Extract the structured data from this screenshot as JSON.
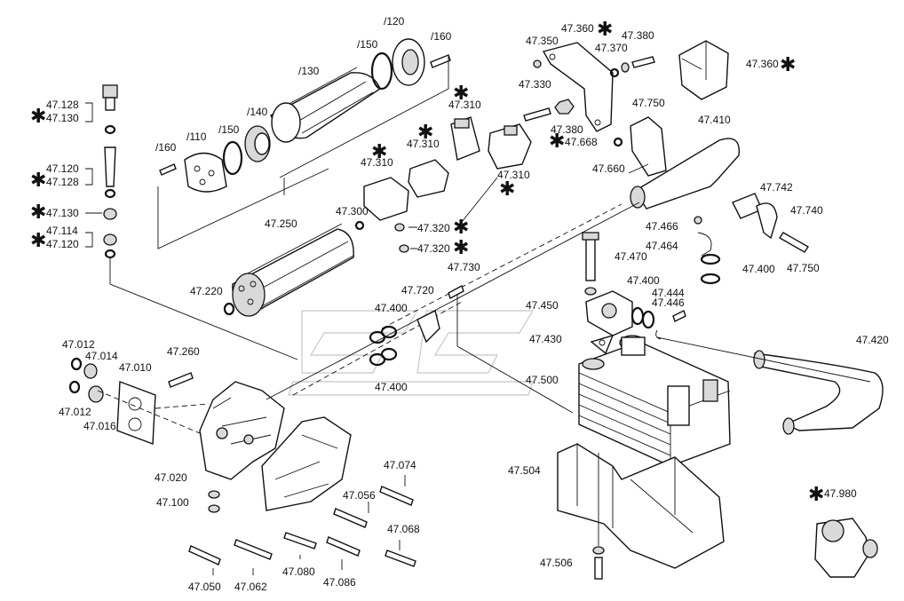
{
  "labels": {
    "p120": "/120",
    "p150a": "/150",
    "p160a": "/160",
    "p130": "/130",
    "p140": "/140",
    "p150b": "/150",
    "p110": "/110",
    "p160b": "/160",
    "p250": "47.250",
    "p128a": "47.128",
    "p130a": "47.130",
    "p120a": "47.120",
    "p128b": "47.128",
    "p130b": "47.130",
    "p114": "47.114",
    "p120b": "47.120",
    "p220": "47.220",
    "p012a": "47.012",
    "p014": "47.014",
    "p010": "47.010",
    "p012b": "47.012",
    "p016": "47.016",
    "p260": "47.260",
    "p020": "47.020",
    "p100": "47.100",
    "p050": "47.050",
    "p062": "47.062",
    "p080": "47.080",
    "p086": "47.086",
    "p056": "47.056",
    "p074": "47.074",
    "p068": "47.068",
    "p310a": "47.310",
    "p310b": "47.310",
    "p310c": "47.310",
    "p310d": "47.310",
    "p300": "47.300",
    "p320a": "47.320",
    "p320b": "47.320",
    "p330": "47.330",
    "p380a": "47.380",
    "p350": "47.350",
    "p360a": "47.360",
    "p370": "47.370",
    "p380b": "47.380",
    "p360b": "47.360",
    "p750a": "47.750",
    "p668": "47.668",
    "p660": "47.660",
    "p410": "47.410",
    "p742": "47.742",
    "p740": "47.740",
    "p466": "47.466",
    "p464": "47.464",
    "p400a": "47.400",
    "p750b": "47.750",
    "p470": "47.470",
    "p730": "47.730",
    "p720": "47.720",
    "p400b": "47.400",
    "p400c": "47.400",
    "p400d": "47.400",
    "p444": "47.444",
    "p446": "47.446",
    "p450": "47.450",
    "p430": "47.430",
    "p500": "47.500",
    "p420": "47.420",
    "p504": "47.504",
    "p506": "47.506",
    "p980": "47.980"
  },
  "asterisk": "✱"
}
